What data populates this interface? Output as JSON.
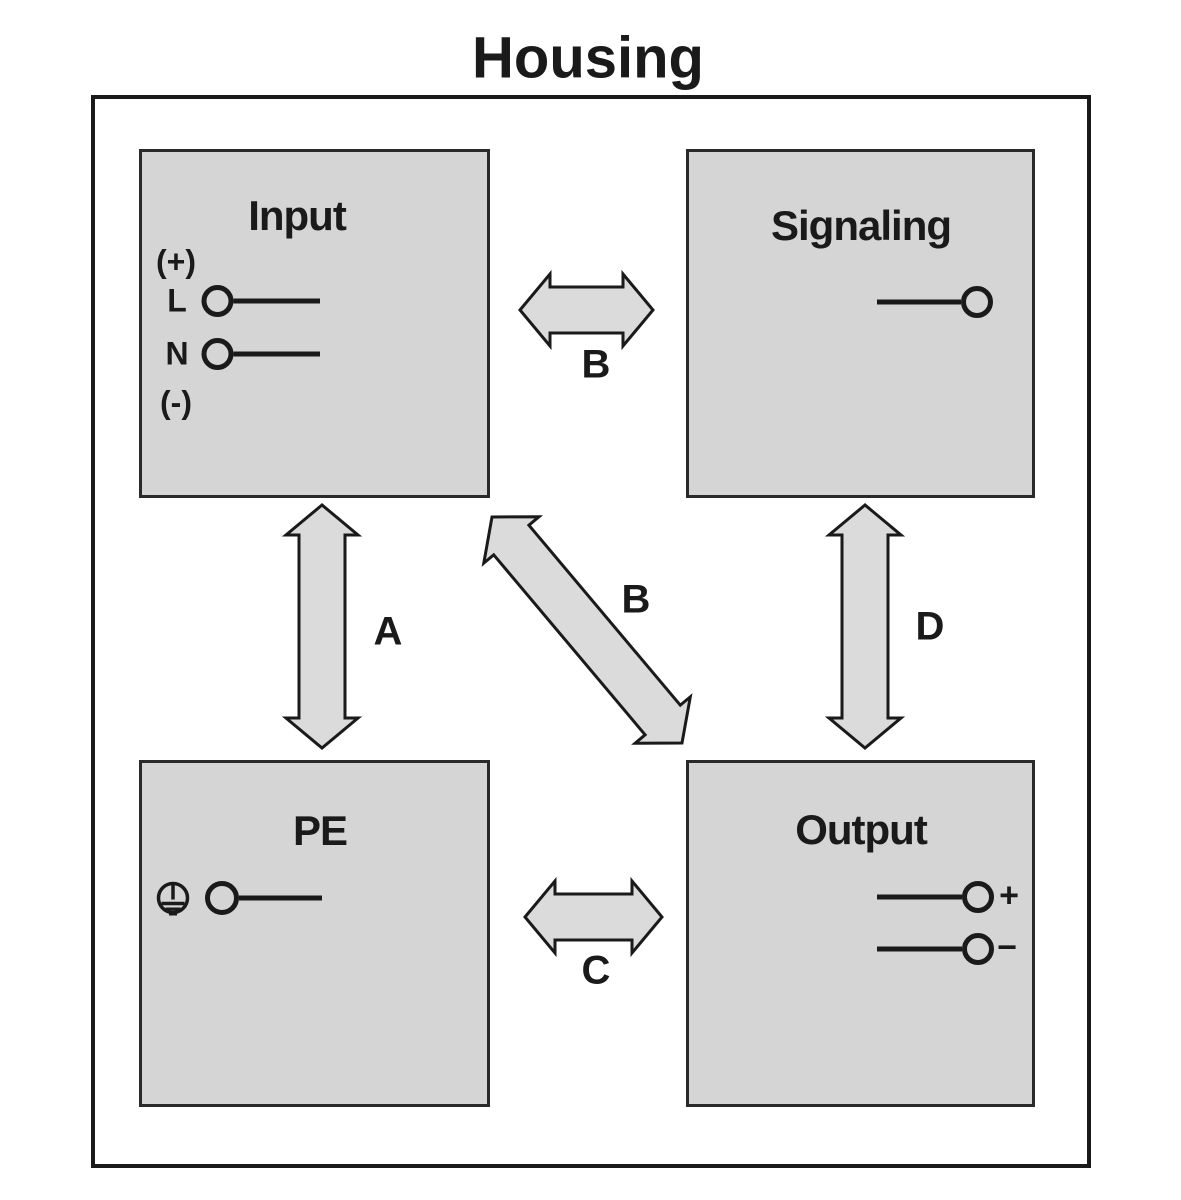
{
  "diagram": {
    "title": "Housing",
    "boxes": {
      "input": {
        "label": "Input",
        "pins": {
          "plus": "(+)",
          "line": "L",
          "neutral": "N",
          "minus": "(-)"
        }
      },
      "signaling": {
        "label": "Signaling"
      },
      "pe": {
        "label": "PE"
      },
      "output": {
        "label": "Output",
        "pins": {
          "plus": "+",
          "minus": "−"
        }
      }
    },
    "connections": {
      "a": {
        "label": "A"
      },
      "b_top": {
        "label": "B"
      },
      "b_diagonal": {
        "label": "B"
      },
      "c": {
        "label": "C"
      },
      "d": {
        "label": "D"
      }
    },
    "colors": {
      "box_fill": "#d5d5d5",
      "arrow_fill": "#dbdbdb",
      "line": "#1a1a1a"
    }
  }
}
